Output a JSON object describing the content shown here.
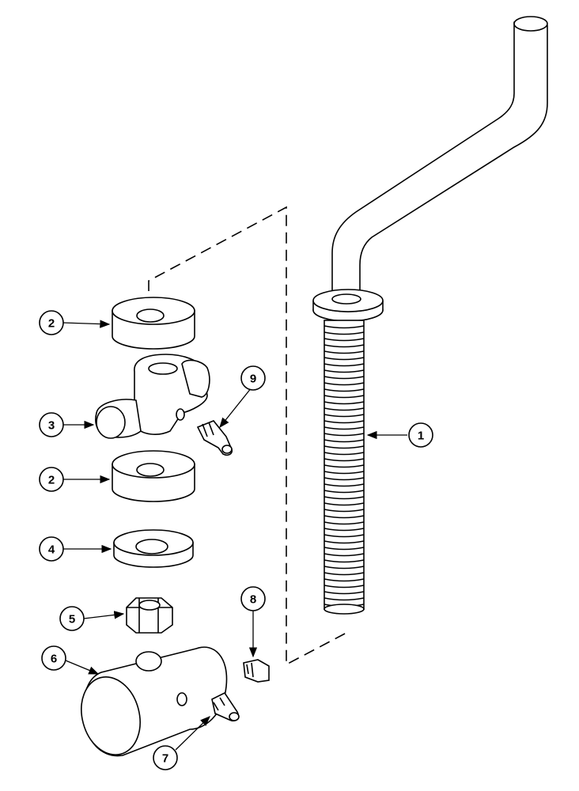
{
  "callouts": [
    {
      "id": "1",
      "label": "1"
    },
    {
      "id": "2a",
      "label": "2"
    },
    {
      "id": "2b",
      "label": "2"
    },
    {
      "id": "3",
      "label": "3"
    },
    {
      "id": "4",
      "label": "4"
    },
    {
      "id": "5",
      "label": "5"
    },
    {
      "id": "6",
      "label": "6"
    },
    {
      "id": "7",
      "label": "7"
    },
    {
      "id": "8",
      "label": "8"
    },
    {
      "id": "9",
      "label": "9"
    }
  ],
  "colors": {
    "ink": "#000000",
    "paper": "#ffffff"
  }
}
